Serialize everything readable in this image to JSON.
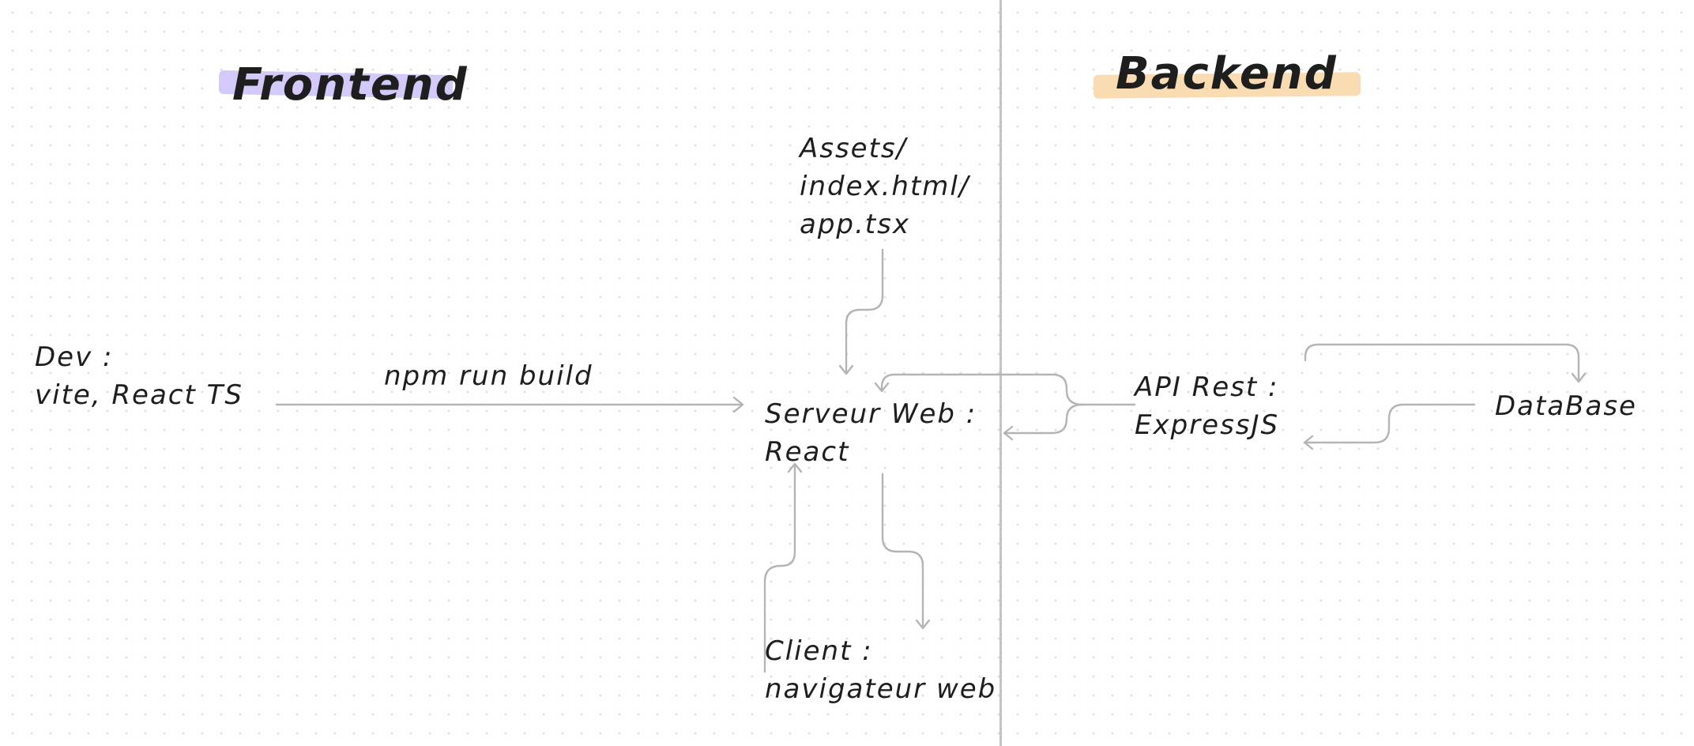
{
  "sections": {
    "frontend": {
      "title": "Frontend",
      "highlight_color": "#cdbff7"
    },
    "backend": {
      "title": "Backend",
      "highlight_color": "#f8d6a4"
    }
  },
  "nodes": {
    "assets": {
      "lines": [
        "Assets/",
        "index.html/",
        "app.tsx"
      ]
    },
    "dev": {
      "lines": [
        "Dev :",
        "vite, React TS"
      ]
    },
    "build_label": "npm run build",
    "webserver": {
      "lines": [
        "Serveur Web :",
        "React"
      ]
    },
    "client": {
      "lines": [
        "Client :",
        "navigateur web"
      ]
    },
    "api": {
      "lines": [
        "API Rest :",
        "ExpressJS"
      ]
    },
    "database": "DataBase"
  },
  "colors": {
    "connector": "#b4b4b4",
    "text": "#1e1e1e",
    "divider": "#c4c4c4"
  }
}
